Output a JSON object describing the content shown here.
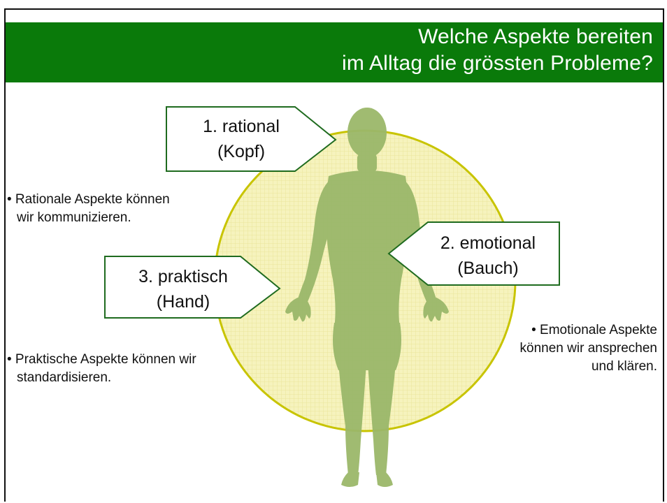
{
  "header": {
    "title_line1": "Welche Aspekte bereiten",
    "title_line2": "im Alltag die grössten Probleme?"
  },
  "callouts": {
    "rational": {
      "label": "1. rational",
      "sub": "(Kopf)"
    },
    "emotional": {
      "label": "2. emotional",
      "sub": "(Bauch)"
    },
    "praktisch": {
      "label": "3. praktisch",
      "sub": "(Hand)"
    }
  },
  "bullets": {
    "rational_line1": "• Rationale Aspekte können",
    "rational_line2": "wir kommunizieren.",
    "praktisch_line1": "• Praktische Aspekte können wir",
    "praktisch_line2": "standardisieren.",
    "emotional_line1": "•  Emotionale Aspekte",
    "emotional_line2": "können wir ansprechen",
    "emotional_line3": "und klären."
  },
  "colors": {
    "header_bg": "#0a7a0a",
    "circle_fill": "#f3f0b0",
    "circle_stroke": "#c8c400",
    "figure": "#9bb86a",
    "callout_stroke": "#1f6b1f"
  }
}
